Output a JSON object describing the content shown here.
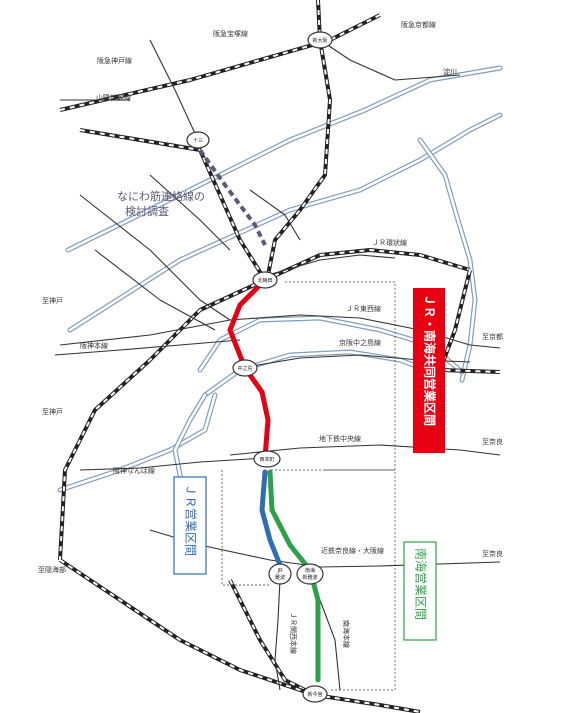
{
  "lines": {
    "hankyu_kobe": "阪急神戸線",
    "hankyu_takarazuka": "阪急宝塚線",
    "hankyu_kyoto": "阪急京都線",
    "sanyo_shinkansen": "山陽新幹線",
    "jr_loop": "ＪＲ環状線",
    "jr_tozai": "ＪＲ東西線",
    "keihan_nakanoshima": "京阪中之島線",
    "hanshin_main": "阪神本線",
    "hanshin_namba": "阪神なんば線",
    "subway_chuo": "地下鉄中央線",
    "kintetsu_nara": "近鉄奈良線・大阪線",
    "jr_kansai_main": "ＪＲ関西本線",
    "nankai_main": "南海本線"
  },
  "destinations": {
    "kobe1": "至神戸",
    "kobe2": "至神戸",
    "kyoto": "至京都",
    "nara1": "至奈良",
    "nara2": "至奈良",
    "wakayama": "至隠海部"
  },
  "river": "淀川",
  "stations": {
    "shin_osaka": "新大阪",
    "juso": "十三",
    "kita_umeda": "北梅田",
    "nakanoshima": "中之島",
    "nishihonmachi": "西本町",
    "jr_namba_1": "JR",
    "jr_namba_2": "難波",
    "nankai_namba_1": "南海",
    "nankai_namba_2": "新難波",
    "shin_imamiya": "新今宮"
  },
  "annotation": {
    "line1": "なにわ筋連絡線の",
    "line2": "検討調査"
  },
  "sections": {
    "joint": "ＪＲ・南海共同営業区間",
    "jr": "ＪＲ営業区間",
    "nankai": "南海営業区間"
  },
  "colors": {
    "joint": "#e60012",
    "jr": "#2e6eb5",
    "nankai": "#2fa04a",
    "river": "#7f9dbd",
    "study_link": "#5d5876"
  }
}
